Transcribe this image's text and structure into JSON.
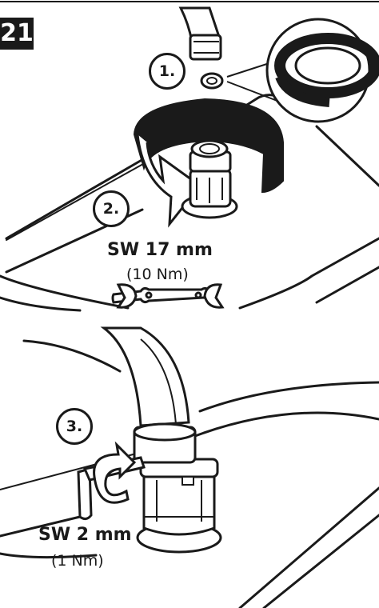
{
  "figure_number": "21",
  "top_panel": {
    "steps": [
      "1.",
      "2."
    ],
    "wrench_size": "SW 17 mm",
    "torque": "(10 Nm)",
    "icons": [
      "hose-icon",
      "washer-icon",
      "washer-magnified-icon",
      "rotation-arrow-icon",
      "faucet-nut-icon",
      "open-end-wrench-icon"
    ]
  },
  "bottom_panel": {
    "step": "3.",
    "wrench_size": "SW 2 mm",
    "torque": "(1 Nm)",
    "icons": [
      "hose-icon",
      "faucet-body-icon",
      "hex-key-icon",
      "rotation-arrow-icon"
    ]
  }
}
